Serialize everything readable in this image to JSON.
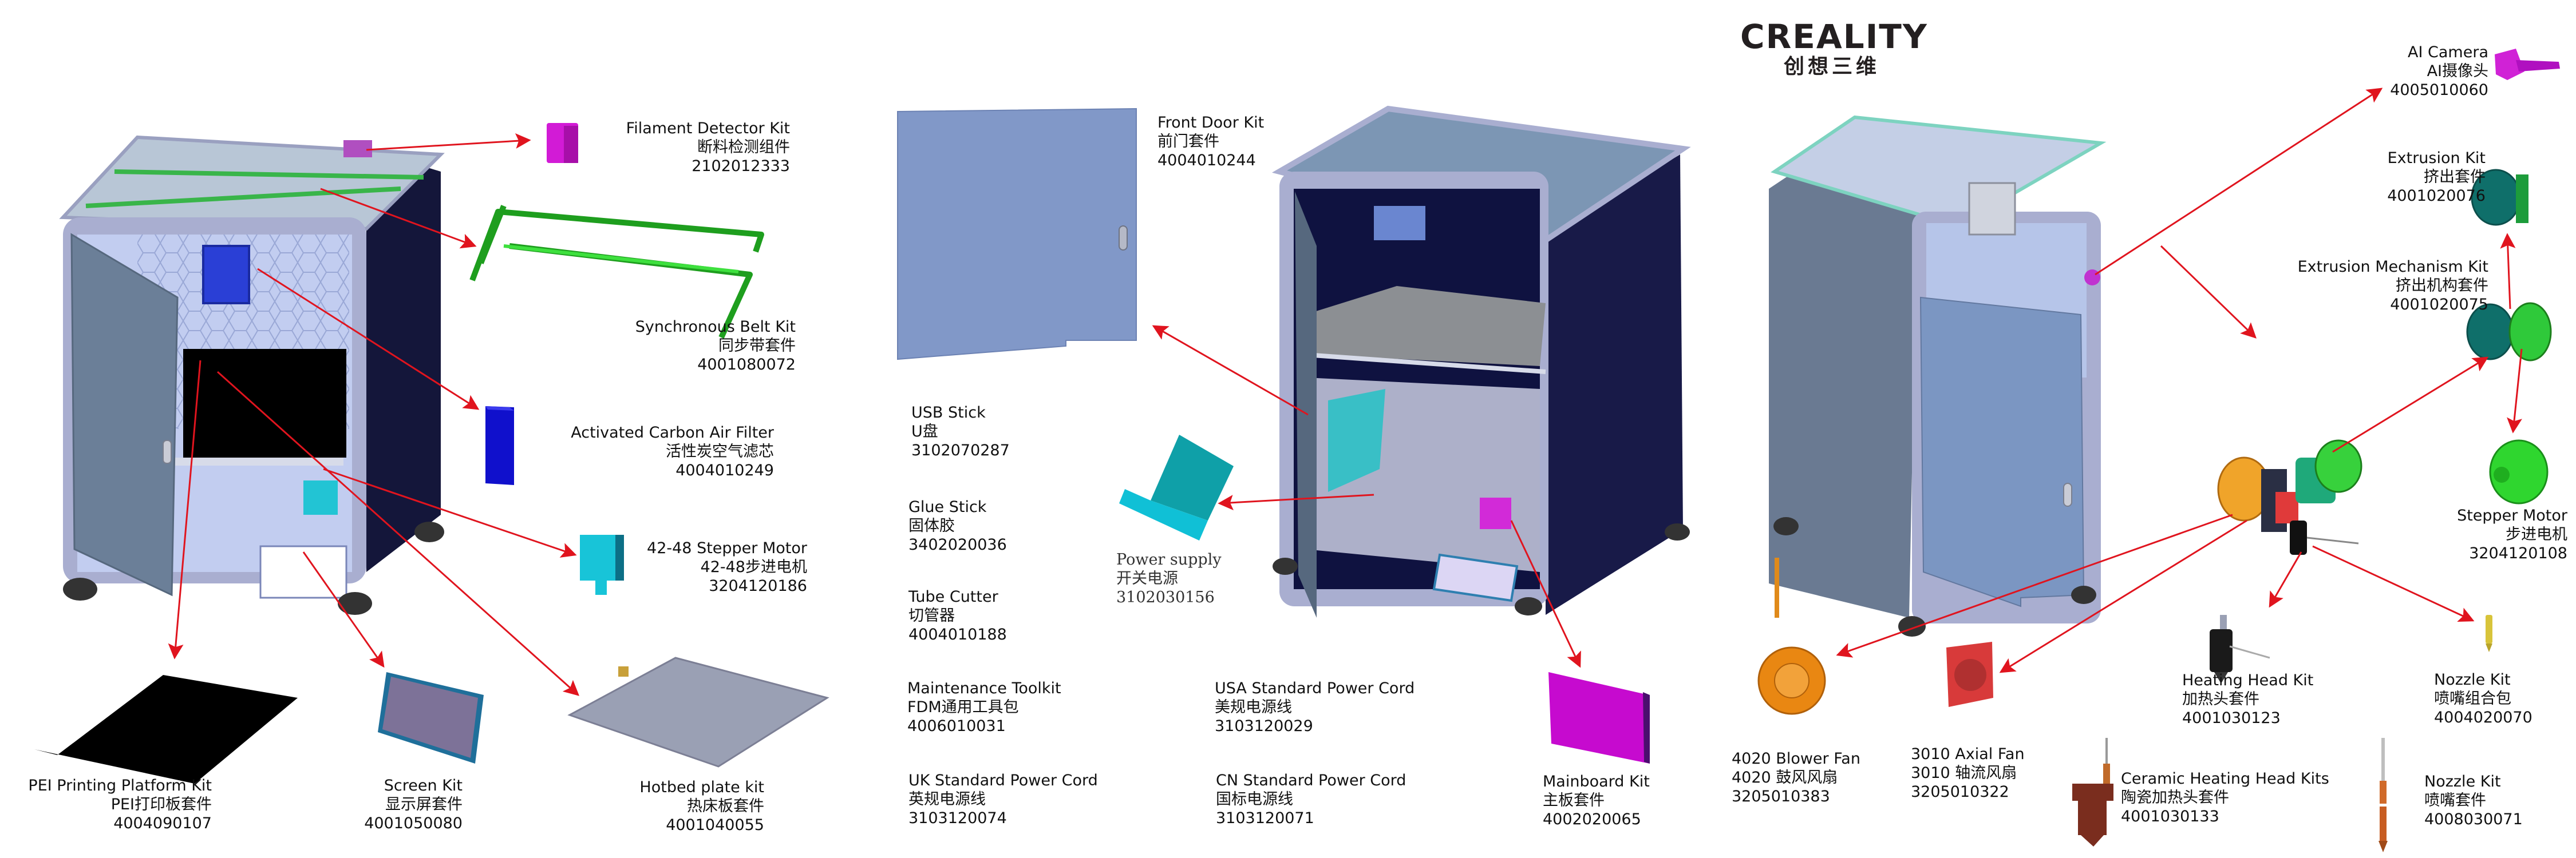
{
  "brand": {
    "name_en": "CREALITY",
    "name_cn": "创想三维"
  },
  "colors": {
    "arrow": "#e0141e",
    "frame": "#a9aed0",
    "side_panel": "#1a1c45",
    "door": "#7f97c0",
    "glass_top": "#8fb0c9",
    "interior": "#b9c6ee"
  },
  "parts": [
    {
      "id": "filament-detector",
      "en": "Filament Detector Kit",
      "cn": "断料检测组件",
      "code": "2102012333"
    },
    {
      "id": "synchronous-belt",
      "en": "Synchronous Belt Kit",
      "cn": "同步带套件",
      "code": "4001080072"
    },
    {
      "id": "carbon-filter",
      "en": "Activated Carbon Air Filter",
      "cn": "活性炭空气滤芯",
      "code": "4004010249"
    },
    {
      "id": "stepper-42-48",
      "en": "42-48 Stepper Motor",
      "cn": "42-48步进电机",
      "code": "3204120186"
    },
    {
      "id": "pei-platform",
      "en": "PEI Printing Platform Kit",
      "cn": "PEI打印板套件",
      "code": "4004090107"
    },
    {
      "id": "screen",
      "en": "Screen Kit",
      "cn": "显示屏套件",
      "code": "4001050080"
    },
    {
      "id": "hotbed-plate",
      "en": "Hotbed plate kit",
      "cn": "热床板套件",
      "code": "4001040055"
    },
    {
      "id": "front-door",
      "en": "Front Door Kit",
      "cn": "前门套件",
      "code": "4004010244"
    },
    {
      "id": "usb-stick",
      "en": "USB Stick",
      "cn": "U盘",
      "code": "3102070287"
    },
    {
      "id": "glue-stick",
      "en": "Glue Stick",
      "cn": "固体胶",
      "code": "3402020036"
    },
    {
      "id": "tube-cutter",
      "en": "Tube Cutter",
      "cn": "切管器",
      "code": "4004010188"
    },
    {
      "id": "power-supply",
      "en": "Power supply",
      "cn": "开关电源",
      "code": "3102030156"
    },
    {
      "id": "maintenance-toolkit",
      "en": "Maintenance Toolkit",
      "cn": "FDM通用工具包",
      "code": "4006010031"
    },
    {
      "id": "usa-cord",
      "en": "USA Standard Power Cord",
      "cn": "美规电源线",
      "code": "3103120029"
    },
    {
      "id": "uk-cord",
      "en": "UK Standard Power Cord",
      "cn": "英规电源线",
      "code": "3103120074"
    },
    {
      "id": "cn-cord",
      "en": "CN Standard Power Cord",
      "cn": "国标电源线",
      "code": "3103120071"
    },
    {
      "id": "mainboard",
      "en": "Mainboard Kit",
      "cn": "主板套件",
      "code": "4002020065"
    },
    {
      "id": "ai-camera",
      "en": "AI Camera",
      "cn": "AI摄像头",
      "code": "4005010060"
    },
    {
      "id": "extrusion-kit",
      "en": "Extrusion Kit",
      "cn": "挤出套件",
      "code": "4001020076"
    },
    {
      "id": "extrusion-mechanism",
      "en": "Extrusion Mechanism Kit",
      "cn": "挤出机构套件",
      "code": "4001020075"
    },
    {
      "id": "stepper-motor",
      "en": "Stepper Motor",
      "cn": "步进电机",
      "code": "3204120108"
    },
    {
      "id": "blower-fan-4020",
      "en": "4020 Blower Fan",
      "cn": "4020 鼓风风扇",
      "code": "3205010383"
    },
    {
      "id": "axial-fan-3010",
      "en": "3010 Axial Fan",
      "cn": "3010 轴流风扇",
      "code": "3205010322"
    },
    {
      "id": "heating-head",
      "en": "Heating Head Kit",
      "cn": "加热头套件",
      "code": "4001030123"
    },
    {
      "id": "nozzle-combo",
      "en": "Nozzle Kit",
      "cn": "喷嘴组合包",
      "code": "4004020070"
    },
    {
      "id": "ceramic-heating-head",
      "en": "Ceramic Heating Head Kits",
      "cn": "陶瓷加热头套件",
      "code": "4001030133"
    },
    {
      "id": "nozzle-kit",
      "en": "Nozzle Kit",
      "cn": "喷嘴套件",
      "code": "4008030071"
    }
  ]
}
